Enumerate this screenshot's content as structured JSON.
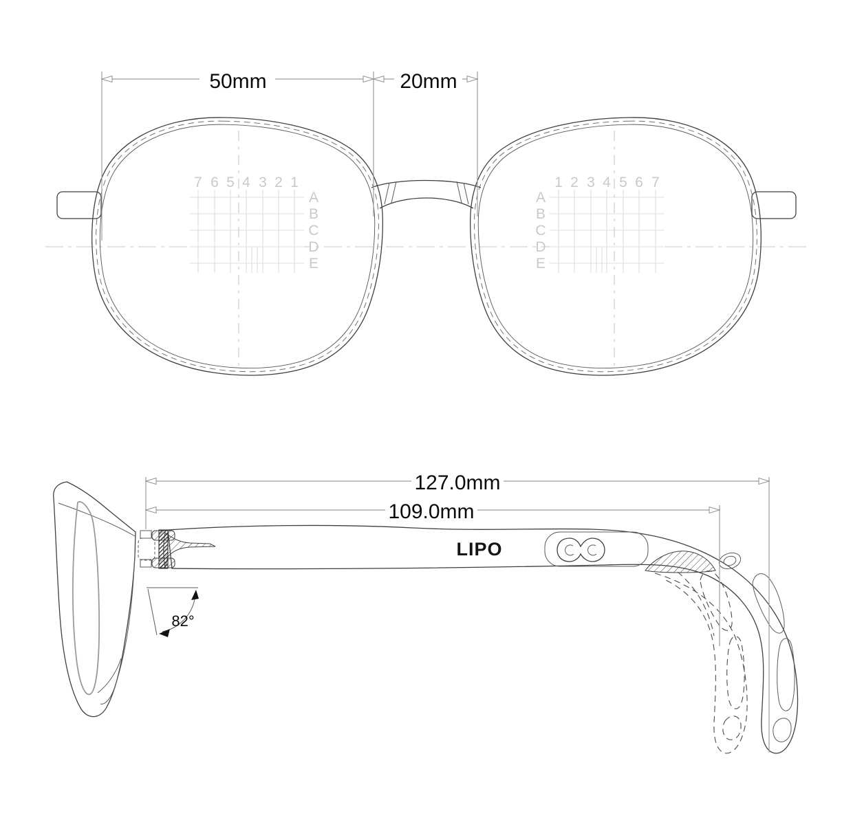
{
  "drawing_title": "eyeglasses-technical-drawing",
  "front_view": {
    "dim_lens_width": "50mm",
    "dim_bridge_width": "20mm",
    "grid": {
      "left_numbers": [
        "7",
        "6",
        "5",
        "4",
        "3",
        "2",
        "1"
      ],
      "right_numbers": [
        "1",
        "2",
        "3",
        "4",
        "5",
        "6",
        "7"
      ],
      "row_letters": [
        "A",
        "B",
        "C",
        "D",
        "E"
      ]
    }
  },
  "side_view": {
    "dim_temple_total": "127.0mm",
    "dim_temple_straight": "109.0mm",
    "dim_pantoscopic_angle": "82°",
    "brand_logo": "LIPO"
  },
  "colors": {
    "background": "#ffffff",
    "outline": "#3f3f3f",
    "dimension_line": "#9c9c9c",
    "grid_line": "#dcdcdc",
    "grid_label": "#c9c9c9",
    "dimension_text": "#0a0a0a",
    "brand_text": "#141414"
  }
}
